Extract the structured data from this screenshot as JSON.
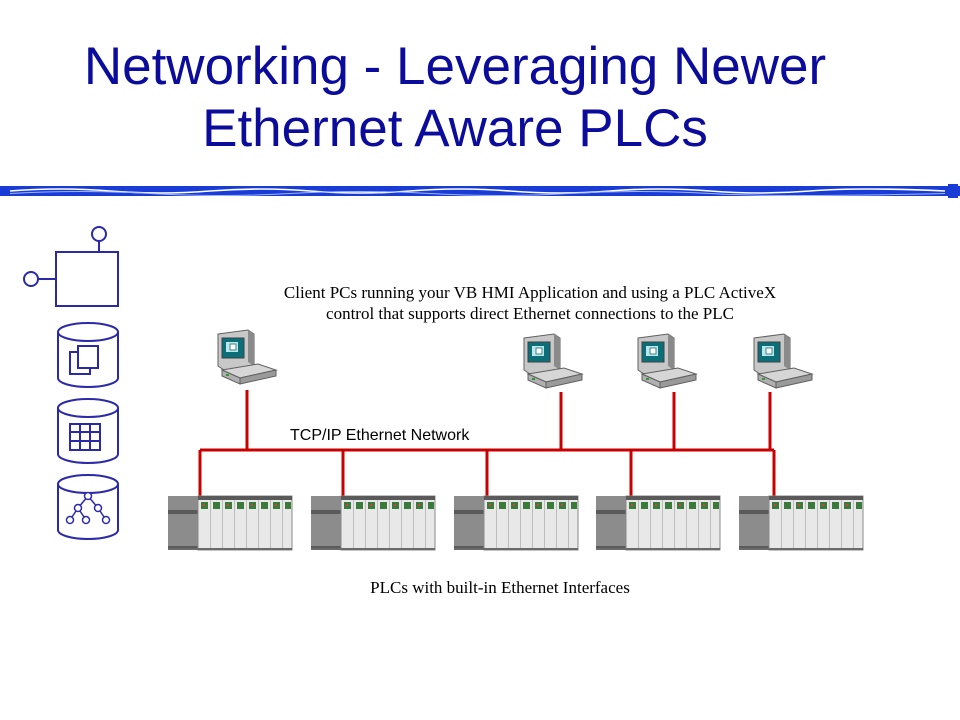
{
  "slide": {
    "title_line1": "Networking - Leveraging Newer",
    "title_line2": "Ethernet Aware PLCs",
    "client_caption_line1": "Client PCs running your VB HMI Application and using a PLC ActiveX",
    "client_caption_line2": "control that supports direct Ethernet connections to the PLC",
    "network_label": "TCP/IP Ethernet Network",
    "plc_caption": "PLCs with built-in Ethernet Interfaces"
  },
  "colors": {
    "title": "#0b0b9c",
    "rule": "#1a3cd6",
    "network_line": "#c80000",
    "icon_stroke": "#2a2aa8"
  },
  "icons": [
    "flowchart-icon",
    "documents-database-icon",
    "table-database-icon",
    "network-tree-database-icon"
  ],
  "pcs": [
    "client-pc-1",
    "client-pc-2",
    "client-pc-3",
    "client-pc-4"
  ],
  "plcs": [
    "plc-rack-1",
    "plc-rack-2",
    "plc-rack-3",
    "plc-rack-4",
    "plc-rack-5"
  ]
}
